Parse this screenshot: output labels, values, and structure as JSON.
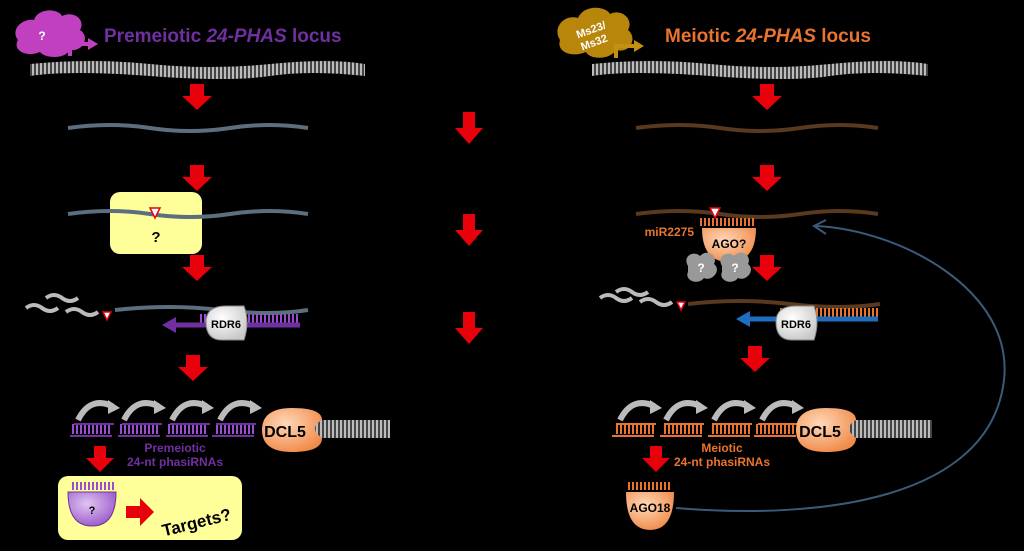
{
  "left": {
    "title_prefix": "Premeiotic ",
    "title_italic": "24-PHAS",
    "title_suffix": " locus",
    "factor_label": "?",
    "box_label": "?",
    "rdr_label": "RDR6",
    "dcl_label": "DCL5",
    "sirna_label_line1": "Premeiotic",
    "sirna_label_line2": "24-nt phasiRNAs",
    "ago_label": "?",
    "targets_label": "Targets?"
  },
  "right": {
    "title_prefix": "Meiotic ",
    "title_italic": "24-PHAS",
    "title_suffix": " locus",
    "factor_label_line1": "Ms23/",
    "factor_label_line2": "Ms32",
    "mirna_label": "miR2275",
    "ago_label": "AGO?",
    "unknown_1": "?",
    "unknown_2": "?",
    "rdr_label": "RDR6",
    "dcl_label": "DCL5",
    "sirna_label_line1": "Meiotic",
    "sirna_label_line2": "24-nt phasiRNAs",
    "ago18_label": "AGO18"
  },
  "colors": {
    "arrow_red": "#e8000b",
    "premeiotic_purple": "#7030a0",
    "meiotic_orange": "#e8742e",
    "transcript_gray_blue": "#5c6f80",
    "transcript_brown": "#5a3a1e",
    "box_yellow": "#ffff99",
    "rdr6_blue": "#1f6fc0",
    "factor_magenta": "#c040c0",
    "factor_gold": "#b8860b"
  }
}
